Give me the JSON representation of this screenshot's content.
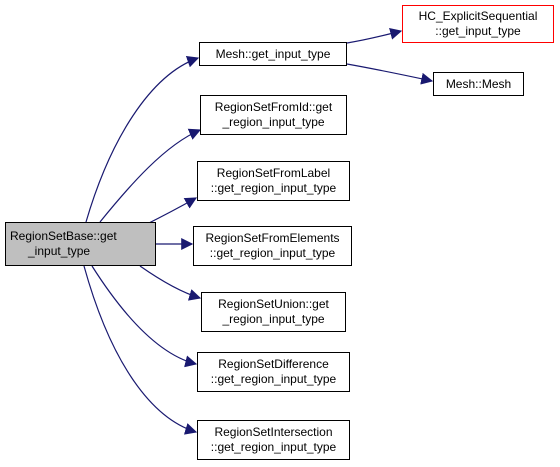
{
  "colors": {
    "edge": "#191970",
    "root_fill": "#bfbfbf",
    "red_border": "#ff0000",
    "node_border": "#000000"
  },
  "nodes": {
    "root": [
      "RegionSetBase::get",
      "_input_type"
    ],
    "mesh_get_input_type": [
      "Mesh::get_input_type"
    ],
    "hc_explicit_sequential": [
      "HC_ExplicitSequential",
      "::get_input_type"
    ],
    "mesh_mesh": [
      "Mesh::Mesh"
    ],
    "from_id": [
      "RegionSetFromId::get",
      "_region_input_type"
    ],
    "from_label": [
      "RegionSetFromLabel",
      "::get_region_input_type"
    ],
    "from_elements": [
      "RegionSetFromElements",
      "::get_region_input_type"
    ],
    "union": [
      "RegionSetUnion::get",
      "_region_input_type"
    ],
    "difference": [
      "RegionSetDifference",
      "::get_region_input_type"
    ],
    "intersection": [
      "RegionSetIntersection",
      "::get_region_input_type"
    ]
  }
}
